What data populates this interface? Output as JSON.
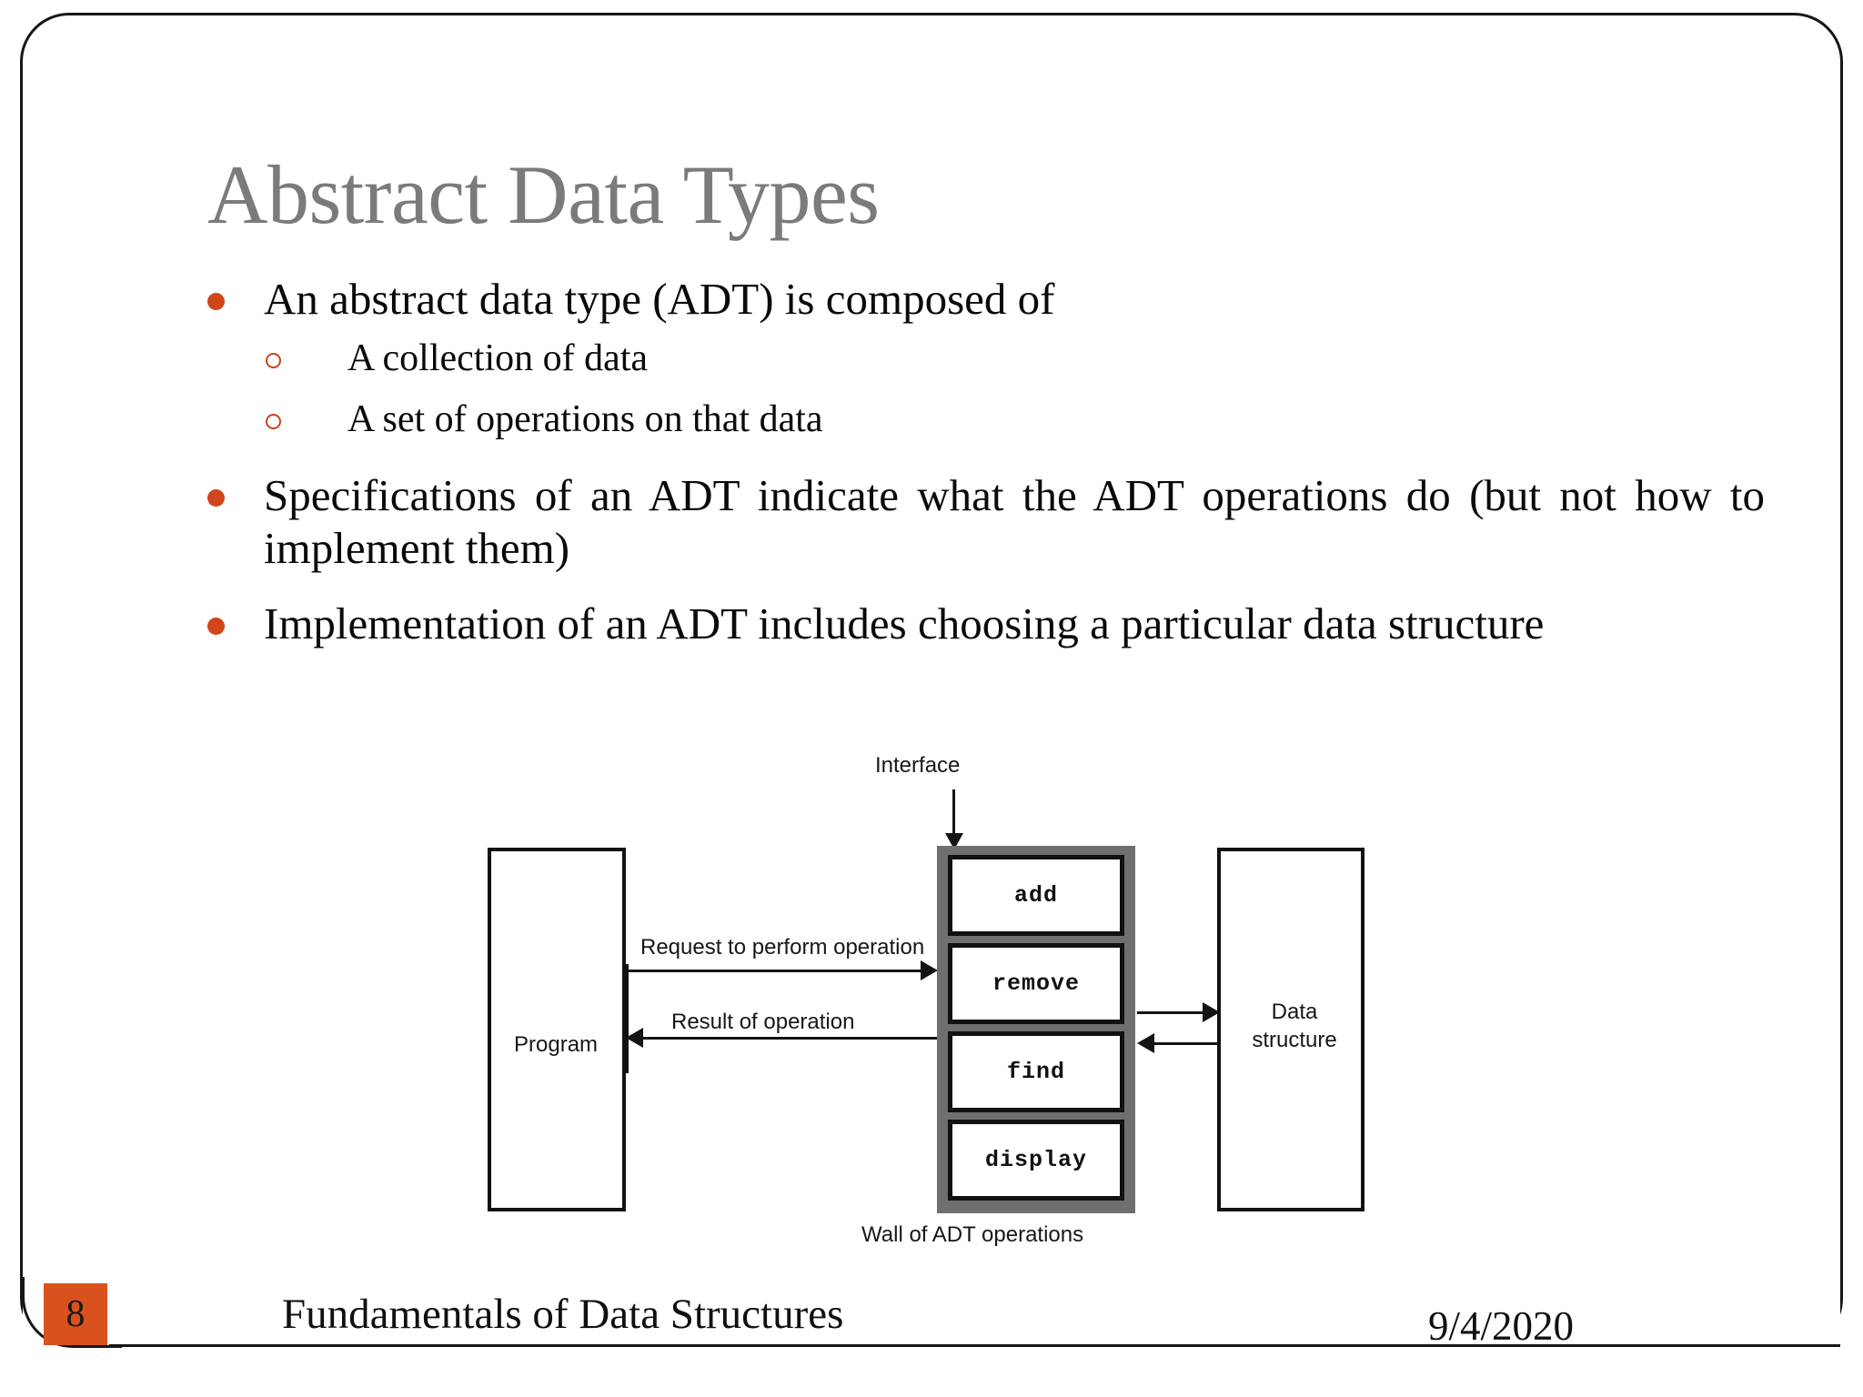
{
  "slide": {
    "title": "Abstract Data Types",
    "accent_color": "#d0451b",
    "title_color": "#7b7b7b",
    "wall_color": "#6f6f6f"
  },
  "bullets": [
    {
      "level": 1,
      "text": "An abstract data type (ADT) is composed of"
    },
    {
      "level": 2,
      "text": "A collection of data"
    },
    {
      "level": 2,
      "text": "A set of operations on that data"
    },
    {
      "level": 1,
      "text": "Specifications of an ADT indicate what the ADT operations do (but not how to implement them)"
    },
    {
      "level": 1,
      "text": "Implementation of an ADT includes choosing a particular data structure"
    }
  ],
  "diagram": {
    "interface_label": "Interface",
    "program_label": "Program",
    "request_label": "Request to perform operation",
    "result_label": "Result of operation",
    "wall_caption": "Wall of ADT operations",
    "data_structure_label": "Data structure",
    "data_structure_line1": "Data",
    "data_structure_line2": "structure",
    "operations": [
      {
        "name": "add"
      },
      {
        "name": "remove"
      },
      {
        "name": "find"
      },
      {
        "name": "display"
      }
    ]
  },
  "footer": {
    "page_number": "8",
    "title": "Fundamentals of Data Structures",
    "date": "9/4/2020",
    "badge_color": "#d9521e"
  }
}
